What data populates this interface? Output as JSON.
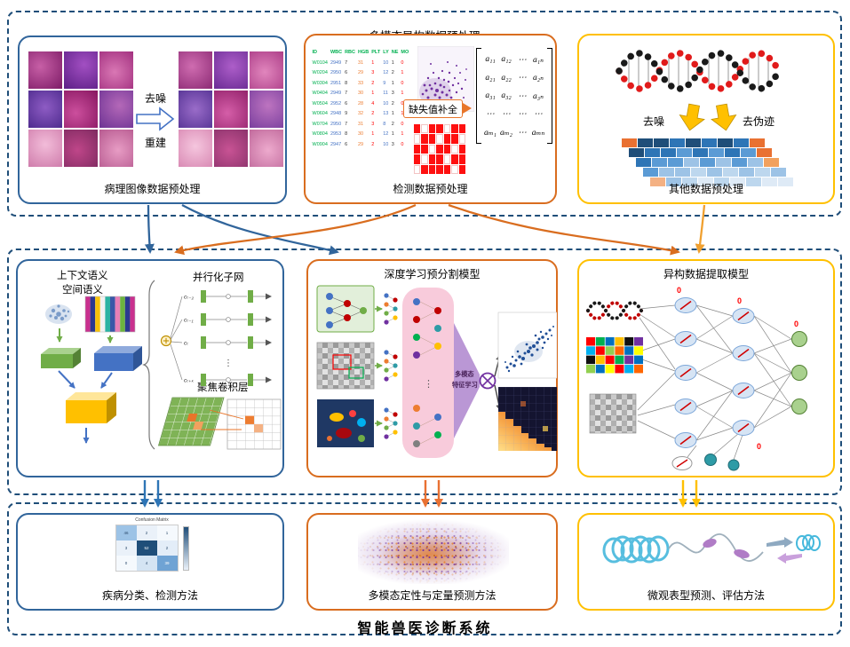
{
  "top_section": {
    "title": "多模态异构数据预处理",
    "pathology": {
      "denoise": "去噪",
      "reconstruct": "重建",
      "label": "病理图像数据预处理"
    },
    "detection": {
      "impute": "缺失值补全",
      "label": "检测数据预处理",
      "table": {
        "header": {
          "id": "ID",
          "c1": "WBC",
          "c2": "RBC",
          "c3": "HGB",
          "c4": "PLT",
          "c5": "LY",
          "c6": "NE",
          "c7": "MO"
        },
        "rows": [
          {
            "id": "W0104",
            "c1": "2949",
            "c2": "7",
            "c3": "31",
            "c4": "1",
            "c5": "10",
            "c6": "1",
            "c7": "0"
          },
          {
            "id": "W0204",
            "c1": "2950",
            "c2": "6",
            "c3": "29",
            "c4": "3",
            "c5": "12",
            "c6": "2",
            "c7": "1"
          },
          {
            "id": "W0304",
            "c1": "2951",
            "c2": "8",
            "c3": "33",
            "c4": "2",
            "c5": "9",
            "c6": "1",
            "c7": "0"
          },
          {
            "id": "W0404",
            "c1": "2949",
            "c2": "7",
            "c3": "30",
            "c4": "1",
            "c5": "11",
            "c6": "3",
            "c7": "1"
          },
          {
            "id": "W0504",
            "c1": "2952",
            "c2": "6",
            "c3": "28",
            "c4": "4",
            "c5": "10",
            "c6": "2",
            "c7": "0"
          },
          {
            "id": "W0604",
            "c1": "2948",
            "c2": "9",
            "c3": "32",
            "c4": "2",
            "c5": "13",
            "c6": "1",
            "c7": "1"
          },
          {
            "id": "W0704",
            "c1": "2950",
            "c2": "7",
            "c3": "31",
            "c4": "3",
            "c5": "8",
            "c6": "2",
            "c7": "0"
          },
          {
            "id": "W0804",
            "c1": "2953",
            "c2": "8",
            "c3": "30",
            "c4": "1",
            "c5": "12",
            "c6": "1",
            "c7": "1"
          },
          {
            "id": "W0904",
            "c1": "2947",
            "c2": "6",
            "c3": "29",
            "c4": "2",
            "c5": "10",
            "c6": "3",
            "c7": "0"
          }
        ]
      },
      "matrix": {
        "rows": [
          {
            "c0": "a₁₁",
            "c1": "a₁₂",
            "c2": "⋯",
            "c3": "a₁ₙ"
          },
          {
            "c0": "a₂₁",
            "c1": "a₂₂",
            "c2": "⋯",
            "c3": "a₂ₙ"
          },
          {
            "c0": "a₃₁",
            "c1": "a₃₂",
            "c2": "⋯",
            "c3": "a₃ₙ"
          },
          {
            "c0": "⋯",
            "c1": "⋯",
            "c2": "⋯",
            "c3": "⋯"
          },
          {
            "c0": "aₘ₁",
            "c1": "aₘ₂",
            "c2": "⋯",
            "c3": "aₘₙ"
          }
        ]
      }
    },
    "other": {
      "denoise": "去噪",
      "deartifact": "去伪迹",
      "label": "其他数据预处理"
    }
  },
  "middle_section": {
    "context_model": {
      "semantic1": "上下文语义",
      "semantic2": "空间语义",
      "parallel": "并行化子网",
      "conv": "聚焦卷积层",
      "t_labels": {
        "t1": "cₜ₋₂",
        "t2": "cₜ₋₁",
        "t3": "cₜ",
        "t4": "cₜ₊ₖ"
      },
      "vdots": "⋮"
    },
    "segmentation_model": {
      "title": "深度学习预分割模型",
      "feature1": "多模态",
      "feature2": "特征学习"
    },
    "extraction_model": {
      "title": "异构数据提取模型",
      "zero": "0"
    }
  },
  "bottom_section": {
    "classification": {
      "label": "疾病分类、检测方法",
      "cm_title": "Confusion Matrix",
      "cm_values": [
        "46",
        "2",
        "1",
        "3",
        "52",
        "2",
        "0",
        "4",
        "39"
      ]
    },
    "prediction": {
      "label": "多模态定性与定量预测方法"
    },
    "phenotype": {
      "label": "微观表型预测、评估方法"
    }
  },
  "system_title": "智能兽医诊断系统"
}
